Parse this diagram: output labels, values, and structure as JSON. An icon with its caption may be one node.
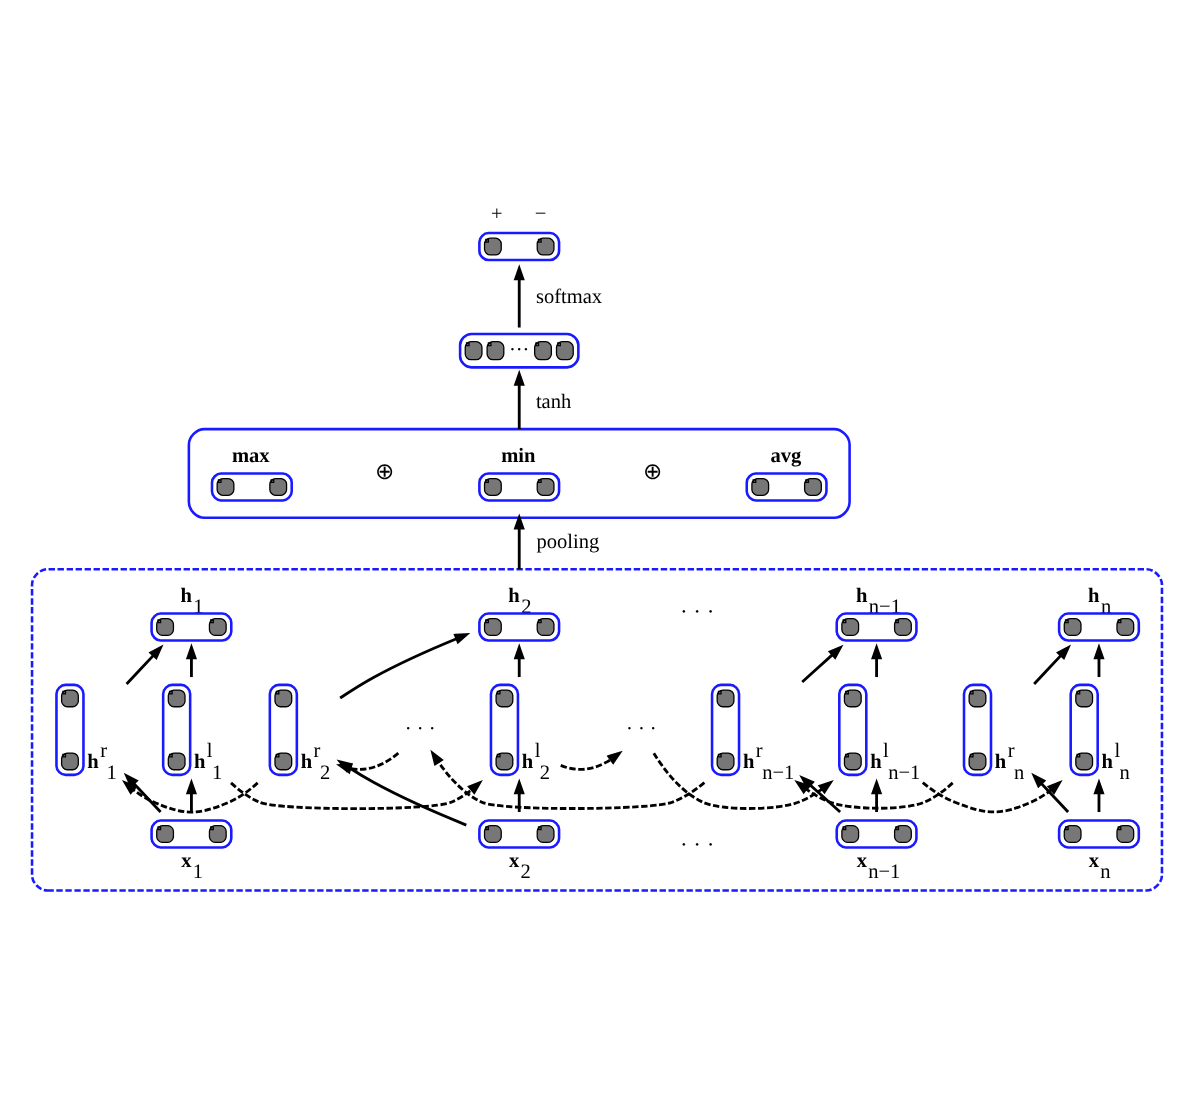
{
  "diagram": {
    "nodes": [
      {
        "text": [
          "+",
          "−"
        ]
      },
      {
        "text": [
          "···"
        ]
      },
      {
        "text": [],
        "shape": "box"
      },
      {
        "text": [
          "**max**"
        ],
        "in": 2
      },
      {
        "text": [
          "**min**"
        ],
        "in": 2
      },
      {
        "text": [
          "**avg**"
        ],
        "in": 2
      },
      {
        "text": [],
        "shape": "box"
      },
      {
        "text": [
          "**h**$_{1}$"
        ],
        "in": 6
      },
      {
        "text": [
          "**h**$_{2}$"
        ],
        "in": 6
      },
      {
        "text": [
          "**h**$_{n−1}$"
        ],
        "in": 6
      },
      {
        "text": [
          "**h**$_{n}$"
        ],
        "in": 6
      },
      {
        "text": [
          "**h**$^{r}$$_{1}$"
        ],
        "in": 6
      },
      {
        "text": [
          "**h**$^{r}$$_{2}$"
        ],
        "in": 6
      },
      {
        "text": [
          "· · ·"
        ],
        "in": 6
      },
      {
        "text": [
          "**h**$^{r}$$_{n−1}$"
        ],
        "in": 6
      },
      {
        "text": [
          "**h**$^{r}$$_{n}$"
        ],
        "in": 6
      },
      {
        "text": [
          "**h**$^{l}$$_{1}$"
        ],
        "in": 6
      },
      {
        "text": [
          "**h**$^{l}$$_{2}$"
        ],
        "in": 6
      },
      {
        "text": [
          "· · ·"
        ],
        "in": 6
      },
      {
        "text": [
          "**h**$^{l}$$_{n−1}$"
        ],
        "in": 6
      },
      {
        "text": [
          "**h**$^{l}$$_{n}$"
        ],
        "in": 6
      },
      {
        "text": [
          "**x**$_{1}$"
        ],
        "in": 6
      },
      {
        "text": [
          "**x**$_{2}$"
        ],
        "in": 6
      },
      {
        "text": [
          "**x**$_{n−1}$"
        ],
        "in": 6
      },
      {
        "text": [
          "**x**$_{n}$"
        ],
        "in": 6
      }
    ],
    "edges": [
      {
        "from": 1,
        "to": 0,
        "label": "softmax",
        "arrow": "to"
      },
      {
        "from": 2,
        "to": 1,
        "label": "tanh",
        "arrow": "to"
      },
      {
        "from": 6,
        "to": 2,
        "label": "pooling",
        "arrow": "to"
      },
      {
        "from": 21,
        "to": 16,
        "arrow": "to"
      },
      {
        "from": 21,
        "to": 11,
        "arrow": "to"
      },
      {
        "from": 16,
        "to": 7,
        "arrow": "to"
      },
      {
        "from": 11,
        "to": 7,
        "arrow": "to"
      },
      {
        "from": 22,
        "to": 17,
        "arrow": "to"
      },
      {
        "from": 22,
        "to": 12,
        "arrow": "to"
      },
      {
        "from": 17,
        "to": 8,
        "arrow": "to"
      },
      {
        "from": 12,
        "to": 8,
        "arrow": "to"
      },
      {
        "from": 23,
        "to": 19,
        "arrow": "to"
      },
      {
        "from": 23,
        "to": 14,
        "arrow": "to"
      },
      {
        "from": 19,
        "to": 9,
        "arrow": "to"
      },
      {
        "from": 14,
        "to": 9,
        "arrow": "to"
      },
      {
        "from": 24,
        "to": 20,
        "arrow": "to"
      },
      {
        "from": 24,
        "to": 15,
        "arrow": "to"
      },
      {
        "from": 20,
        "to": 10,
        "arrow": "to"
      },
      {
        "from": 15,
        "to": 10,
        "arrow": "to"
      },
      {
        "from": 16,
        "to": 17,
        "arrow": "to",
        "style": "dashed"
      },
      {
        "from": 17,
        "to": 18,
        "arrow": "to",
        "style": "dashed"
      },
      {
        "from": 18,
        "to": 19,
        "arrow": "to",
        "style": "dashed"
      },
      {
        "from": 19,
        "to": 20,
        "arrow": "to",
        "style": "dashed"
      },
      {
        "from": 15,
        "to": 14,
        "arrow": "to",
        "style": "dashed"
      },
      {
        "from": 14,
        "to": 13,
        "arrow": "to",
        "style": "dashed"
      },
      {
        "from": 13,
        "to": 12,
        "arrow": "to",
        "style": "dashed"
      },
      {
        "from": 12,
        "to": 11,
        "arrow": "to",
        "style": "dashed"
      }
    ],
    "labels": [
      "⊕",
      "⊕",
      "· · ·",
      "· · ·"
    ]
  }
}
